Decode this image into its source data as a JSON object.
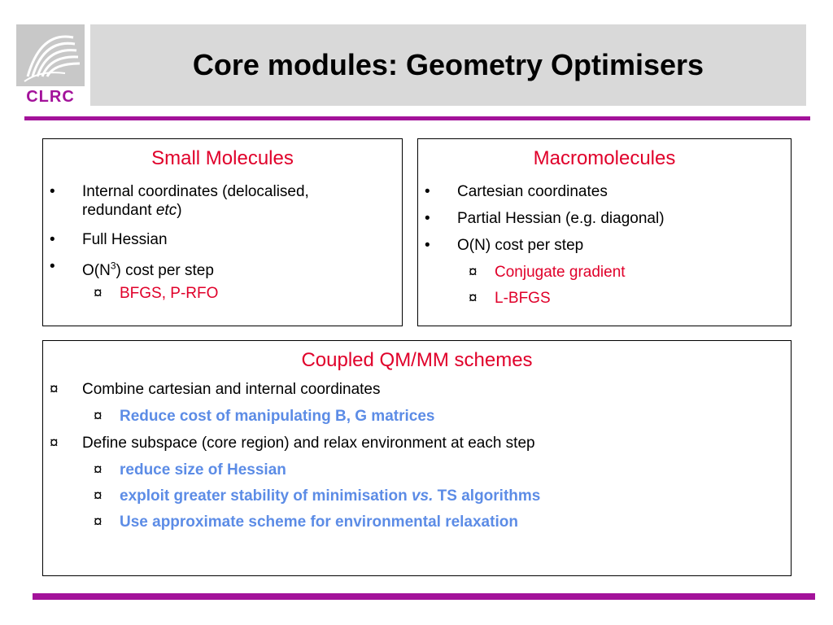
{
  "logo": {
    "icon": "clrc-logo-icon",
    "text": "CLRC",
    "color": "#a3129a"
  },
  "title": "Core modules: Geometry Optimisers",
  "colors": {
    "accent": "#a3129a",
    "heading": "#e0002a",
    "highlight": "#5c8ce6"
  },
  "bullet": "•",
  "sub_bullet": "¤",
  "small": {
    "heading": "Small Molecules",
    "item1_a": "Internal coordinates (delocalised,",
    "item1_b": "redundant ",
    "item1_c": "etc",
    "item1_d": ")",
    "item2": "Full Hessian",
    "item3_a": "O(N",
    "item3_sup": "3",
    "item3_b": ") cost per step",
    "sub1": "BFGS, P-RFO"
  },
  "macro": {
    "heading": "Macromolecules",
    "item1": "Cartesian coordinates",
    "item2": "Partial Hessian (e.g. diagonal)",
    "item3": "O(N) cost per step",
    "sub1": "Conjugate gradient",
    "sub2": "L-BFGS"
  },
  "qmmm": {
    "heading": "Coupled QM/MM schemes",
    "item1": "Combine cartesian and internal coordinates",
    "sub1": "Reduce cost of manipulating B, G matrices",
    "item2": "Define subspace (core region) and relax environment at each step",
    "sub2": "reduce size of Hessian",
    "sub3_a": "exploit greater stability of minimisation ",
    "sub3_b": "vs.",
    "sub3_c": " TS algorithms",
    "sub4": "Use approximate scheme for environmental relaxation"
  }
}
